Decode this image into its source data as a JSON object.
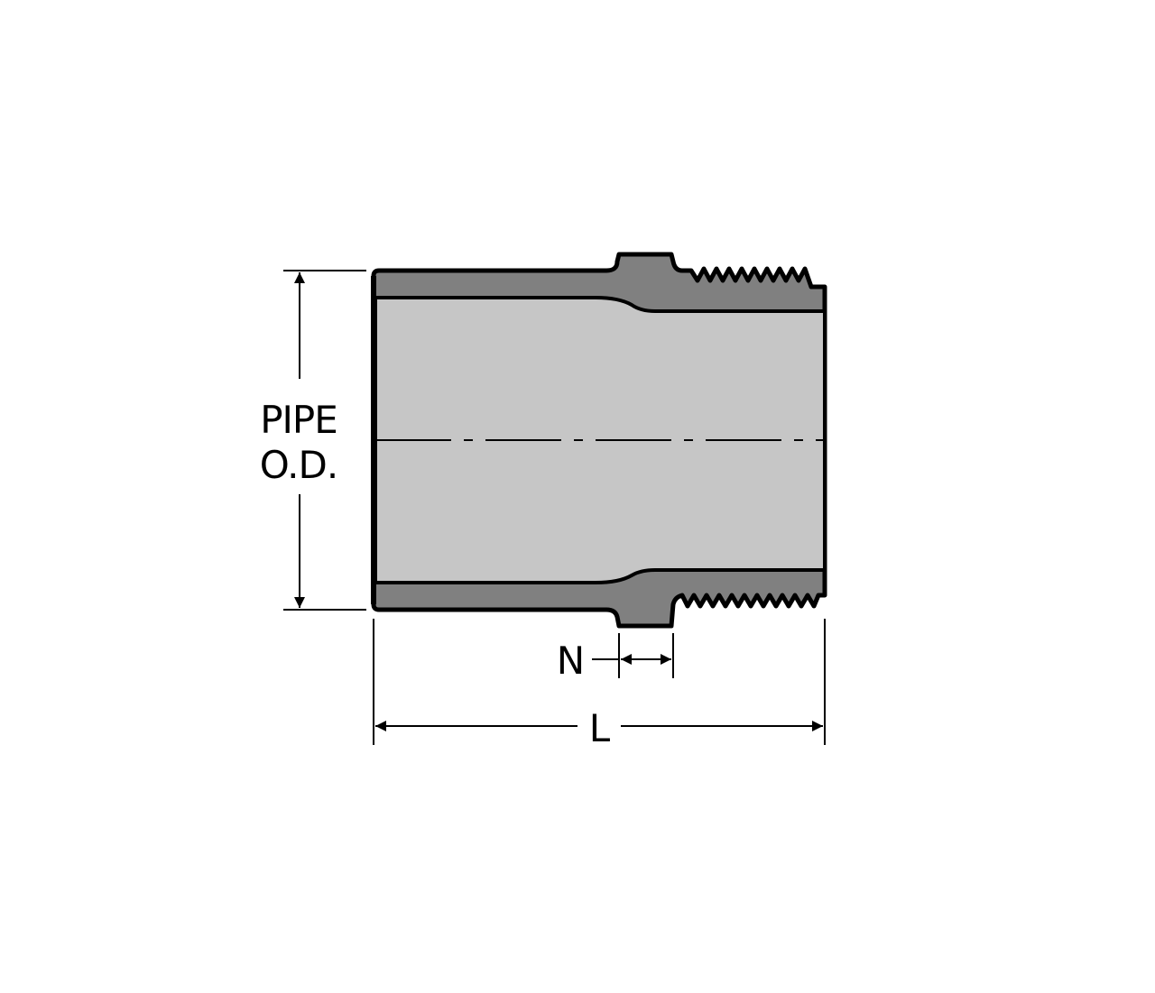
{
  "labels": {
    "pipe_od_line1": "PIPE",
    "pipe_od_line2": "O.D.",
    "n_dimension": "N",
    "l_dimension": "L"
  },
  "colors": {
    "body_fill": "#808080",
    "bore_fill": "#c6c6c6",
    "outline": "#000000",
    "background": "#ffffff"
  }
}
